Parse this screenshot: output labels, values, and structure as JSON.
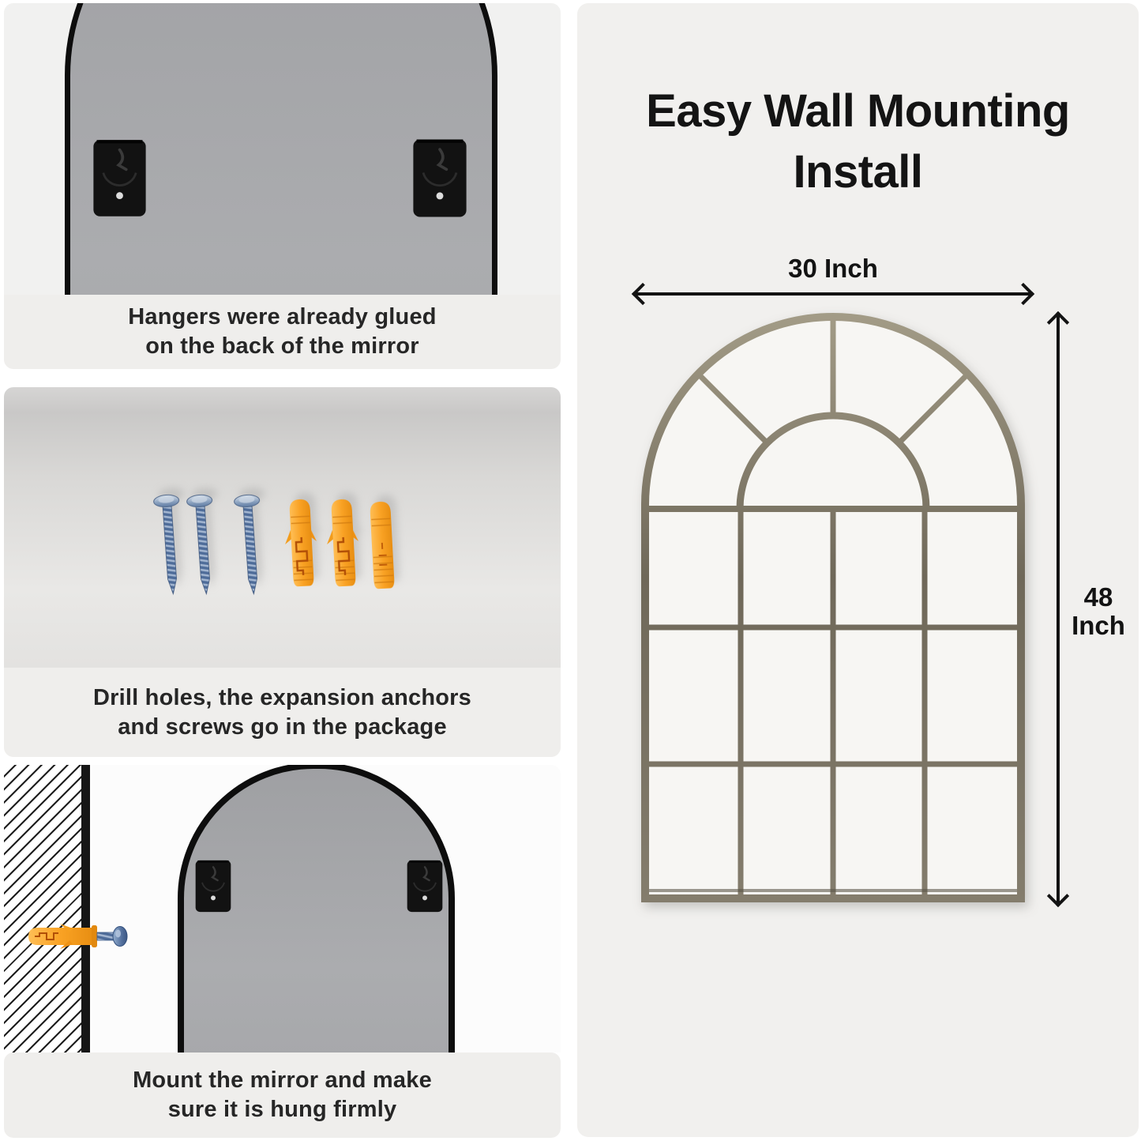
{
  "title": {
    "line1": "Easy Wall Mounting",
    "line2": "Install"
  },
  "dimensions": {
    "width_label": "30 Inch",
    "height_value": "48",
    "height_unit": "Inch"
  },
  "steps": [
    {
      "line1": "Hangers were already glued",
      "line2": "on the back of the mirror"
    },
    {
      "line1": "Drill holes, the expansion anchors",
      "line2": "and screws go in the package"
    },
    {
      "line1": "Mount the mirror and make",
      "line2": "sure it is hung firmly"
    }
  ],
  "colors": {
    "card_bg": "#f1f0ee",
    "caption_bg": "#efeeec",
    "mirror_back_gray": "#a5a6a9",
    "frame_metal": "#7b7466",
    "anchor_orange": "#f9a224",
    "screw_blue": "#54719e",
    "text_dark": "#141414"
  }
}
